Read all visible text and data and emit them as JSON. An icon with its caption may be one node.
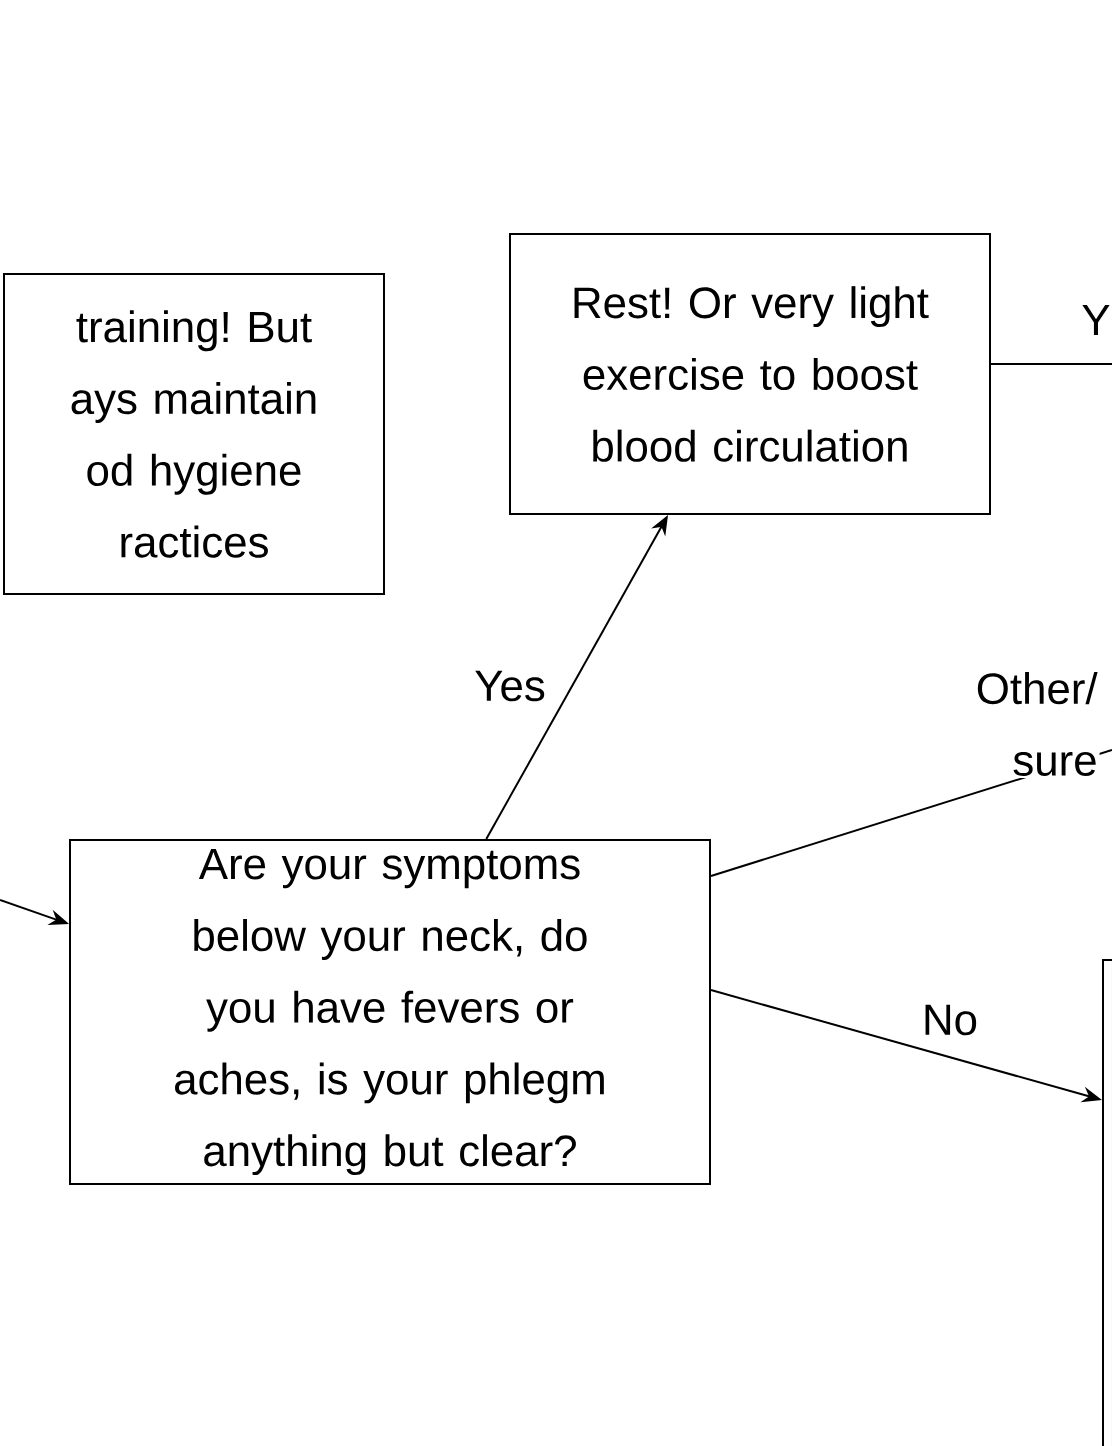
{
  "diagram": {
    "nodes": [
      {
        "text": [
          "training! But ays maintain od hygiene ractices"
        ]
      },
      {
        "text": [
          "Rest! Or very light exercise to boost blood circulation"
        ]
      },
      {
        "text": [
          "Are your symptoms below your neck, do you have fevers or aches, is your phlegm anything but clear?"
        ]
      },
      {
        "text": [],
        "shape": "box"
      }
    ],
    "edges": [
      {
        "from": null,
        "to": 1,
        "arrow": "none",
        "label": "Y"
      },
      {
        "from": 2,
        "to": 1,
        "arrow": "to",
        "label": "Yes"
      },
      {
        "from": 2,
        "to": null,
        "arrow": "none",
        "label": "Other/ sure"
      },
      {
        "from": null,
        "to": 2,
        "arrow": "to"
      },
      {
        "from": 2,
        "to": 3,
        "arrow": "to",
        "label": "No"
      }
    ]
  }
}
